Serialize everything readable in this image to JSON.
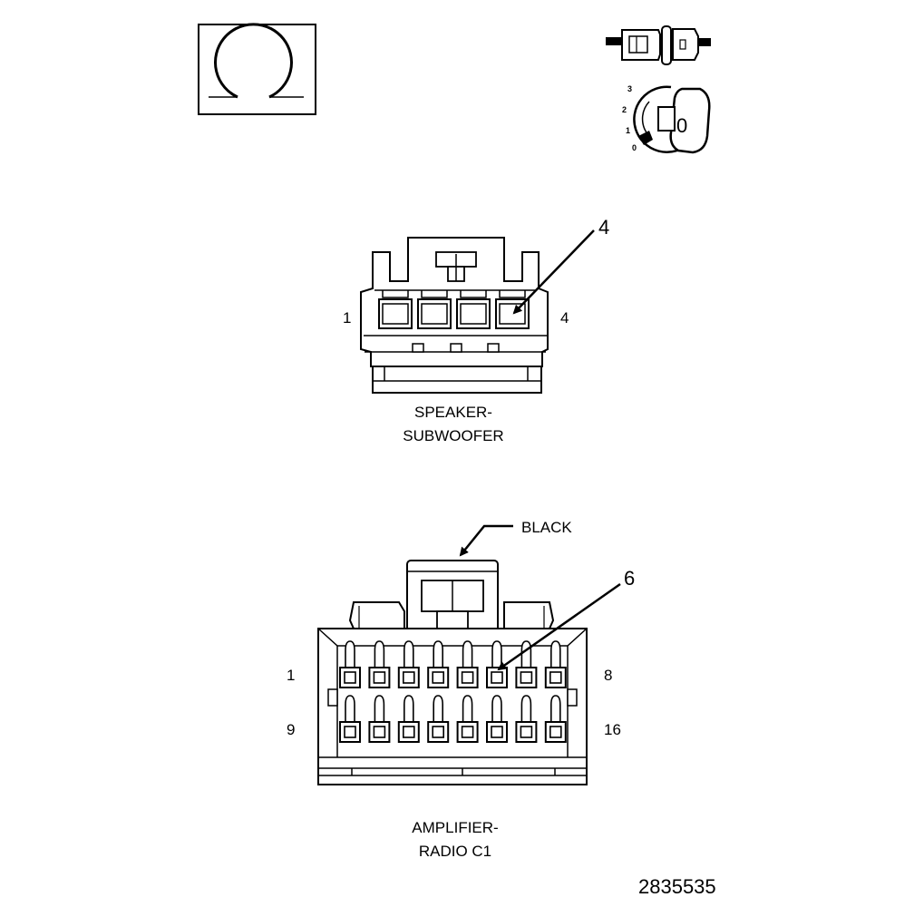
{
  "ohm_symbol": {
    "icon": "ohm-meter-icon"
  },
  "connector_icon": {
    "icon": "disconnected-connector-icon"
  },
  "ignition_icon": {
    "icon": "ignition-key-icon",
    "positions": [
      "3",
      "2",
      "1",
      "0"
    ],
    "key_label": "0"
  },
  "speaker_connector": {
    "caption_line1": "SPEAKER-",
    "caption_line2": "SUBWOOFER",
    "left_pin_label": "1",
    "right_pin_label": "4",
    "callout_label": "4",
    "pin_count": 4
  },
  "amplifier_connector": {
    "caption_line1": "AMPLIFIER-",
    "caption_line2": "RADIO C1",
    "color_label": "BLACK",
    "callout_label": "6",
    "row1_left_label": "1",
    "row1_right_label": "8",
    "row2_left_label": "9",
    "row2_right_label": "16",
    "pins_per_row": 8
  },
  "figure_id": "2835535"
}
